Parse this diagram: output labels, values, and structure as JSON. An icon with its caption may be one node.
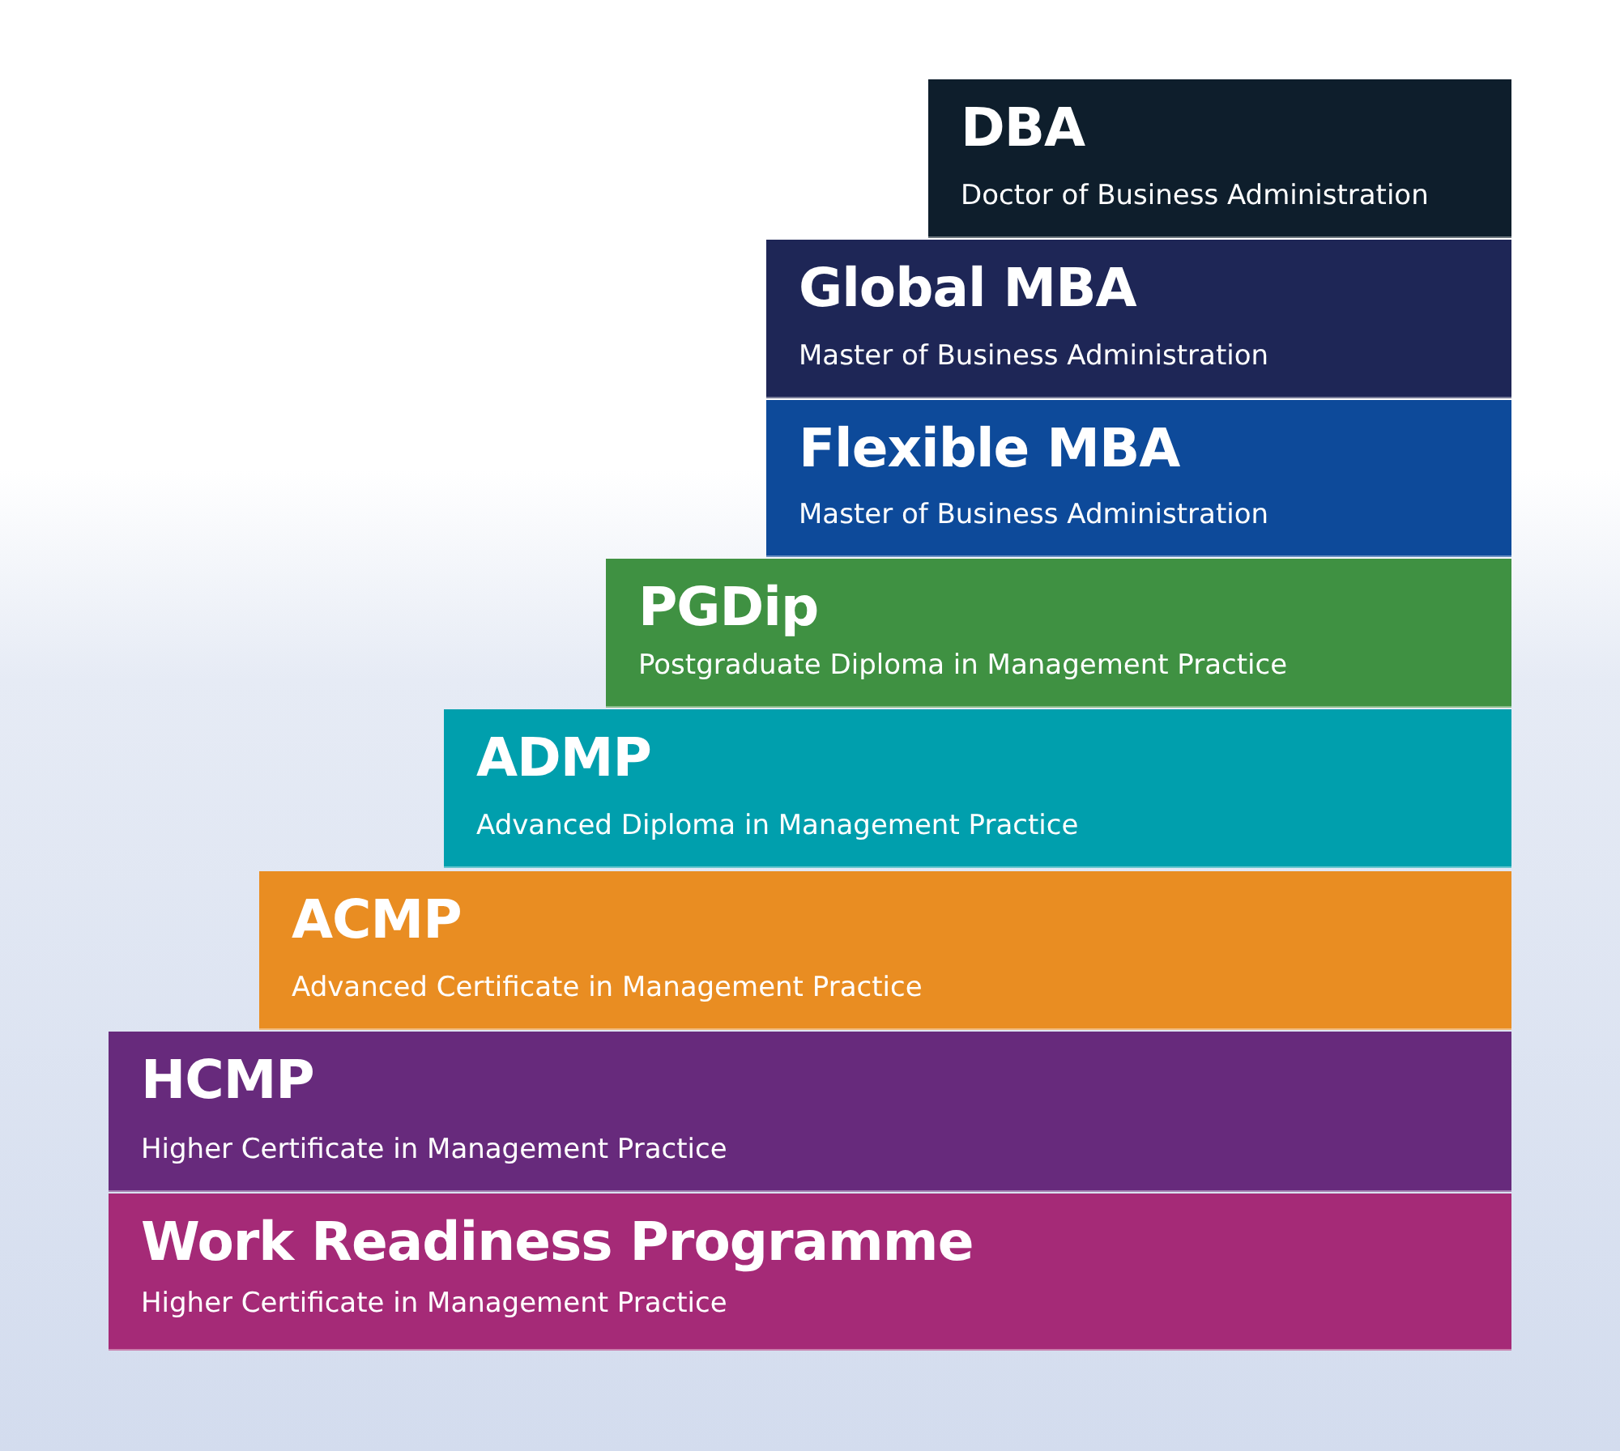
{
  "diagram": {
    "nodes": [
      {
        "text": [
          "DBA",
          "Doctor of Business Administration"
        ]
      },
      {
        "text": [
          "Global MBA",
          "Master of Business Administration"
        ]
      },
      {
        "text": [
          "Flexible MBA",
          "Master of Business Administration"
        ]
      },
      {
        "text": [
          "PGDip",
          "Postgraduate Diploma in Management Practice"
        ]
      },
      {
        "text": [
          "ADMP",
          "Advanced Diploma in Management Practice"
        ]
      },
      {
        "text": [
          "ACMP",
          "Advanced Certificate in Management Practice"
        ]
      },
      {
        "text": [
          "HCMP",
          "Higher Certificate in Management Practice"
        ]
      },
      {
        "text": [
          "Work Readiness Programme",
          "Higher Certificate in Management Practice"
        ]
      }
    ]
  }
}
